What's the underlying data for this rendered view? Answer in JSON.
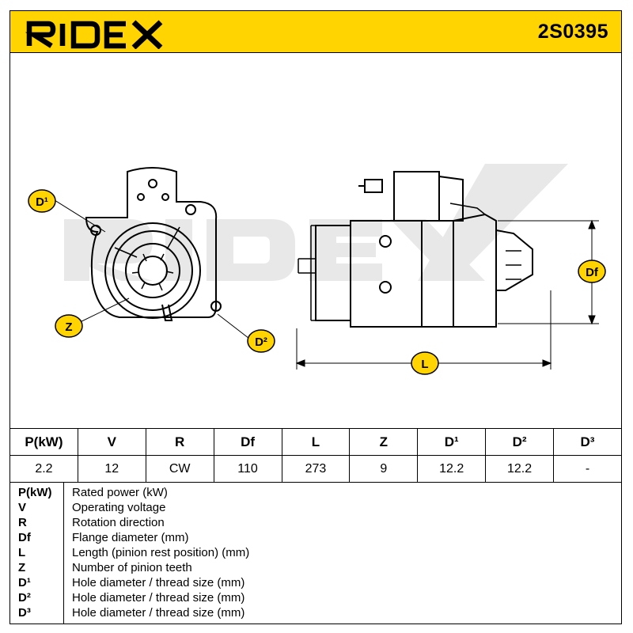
{
  "header": {
    "brand": "RIDEX",
    "code": "2S0395",
    "colors": {
      "header_bg": "#ffd400",
      "brand_text": "#000000"
    }
  },
  "drawing": {
    "labels": {
      "d1": "D¹",
      "d2": "D²",
      "z": "Z",
      "df": "Df",
      "l": "L"
    },
    "watermark": "RIDEX"
  },
  "spec_table": {
    "headers": [
      "P(kW)",
      "V",
      "R",
      "Df",
      "L",
      "Z",
      "D¹",
      "D²",
      "D³"
    ],
    "values": [
      "2.2",
      "12",
      "CW",
      "110",
      "273",
      "9",
      "12.2",
      "12.2",
      "-"
    ]
  },
  "legend": [
    {
      "abbr": "P(kW)",
      "desc": "Rated power (kW)"
    },
    {
      "abbr": "V",
      "desc": "Operating voltage"
    },
    {
      "abbr": "R",
      "desc": "Rotation direction"
    },
    {
      "abbr": "Df",
      "desc": "Flange diameter (mm)"
    },
    {
      "abbr": "L",
      "desc": "Length (pinion rest position) (mm)"
    },
    {
      "abbr": "Z",
      "desc": "Number of pinion teeth"
    },
    {
      "abbr": "D¹",
      "desc": "Hole diameter / thread size (mm)"
    },
    {
      "abbr": "D²",
      "desc": "Hole diameter / thread size (mm)"
    },
    {
      "abbr": "D³",
      "desc": "Hole diameter / thread size (mm)"
    }
  ]
}
